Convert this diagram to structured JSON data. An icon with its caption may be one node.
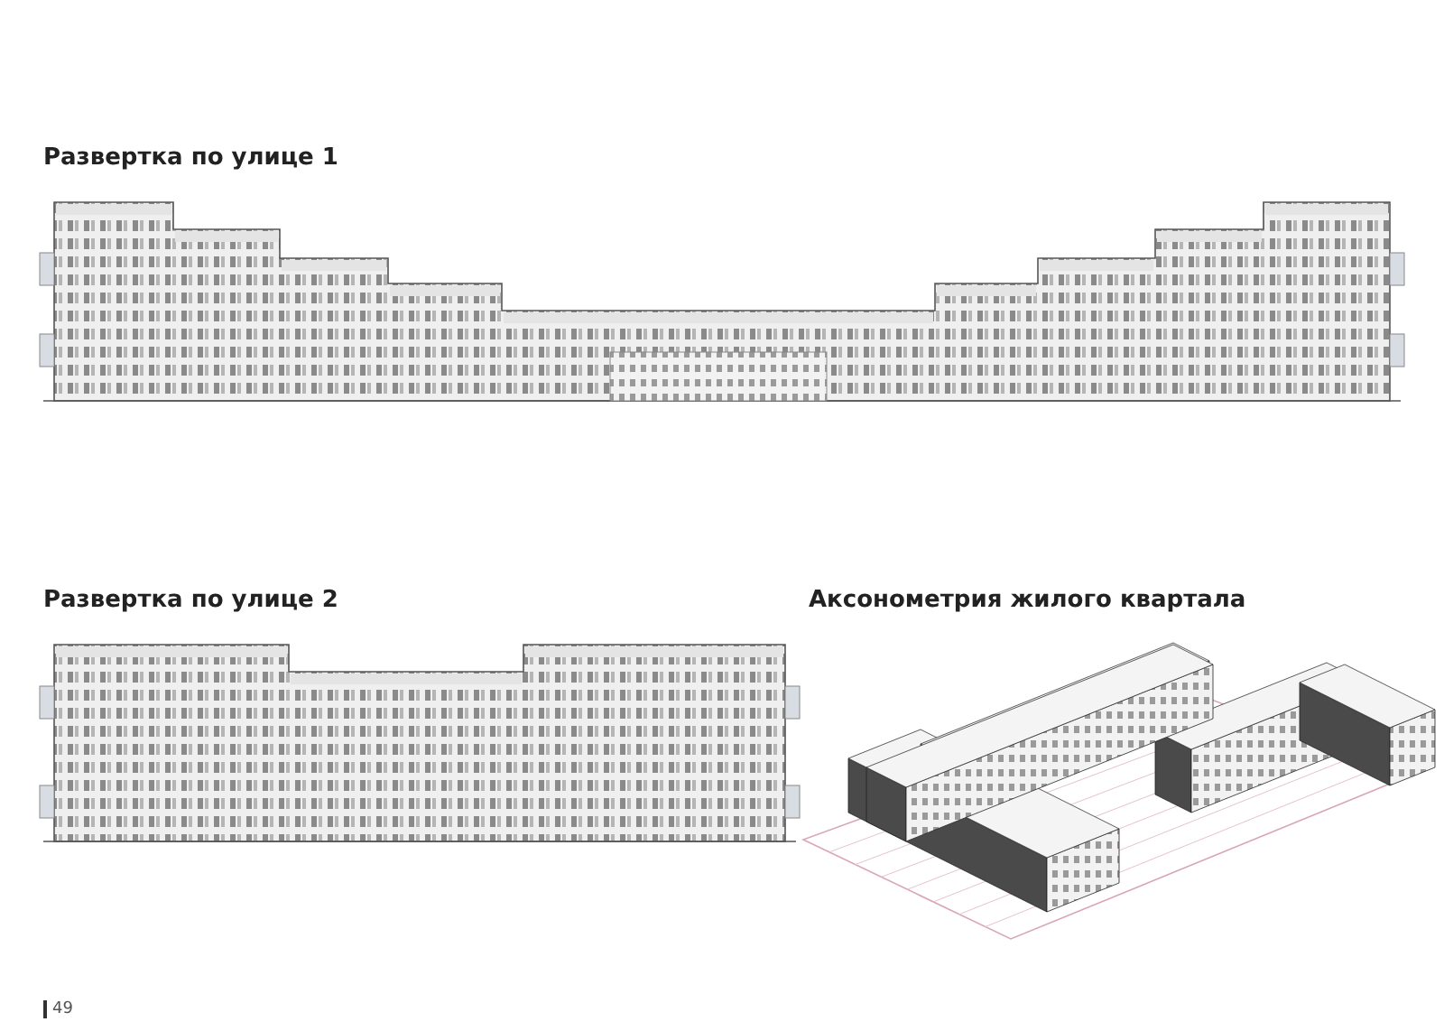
{
  "diagram": {
    "labels": [
      "Развертка по улице 1",
      "Развертка по улице 2",
      "Аксонометрия жилого квартала",
      "49"
    ]
  }
}
